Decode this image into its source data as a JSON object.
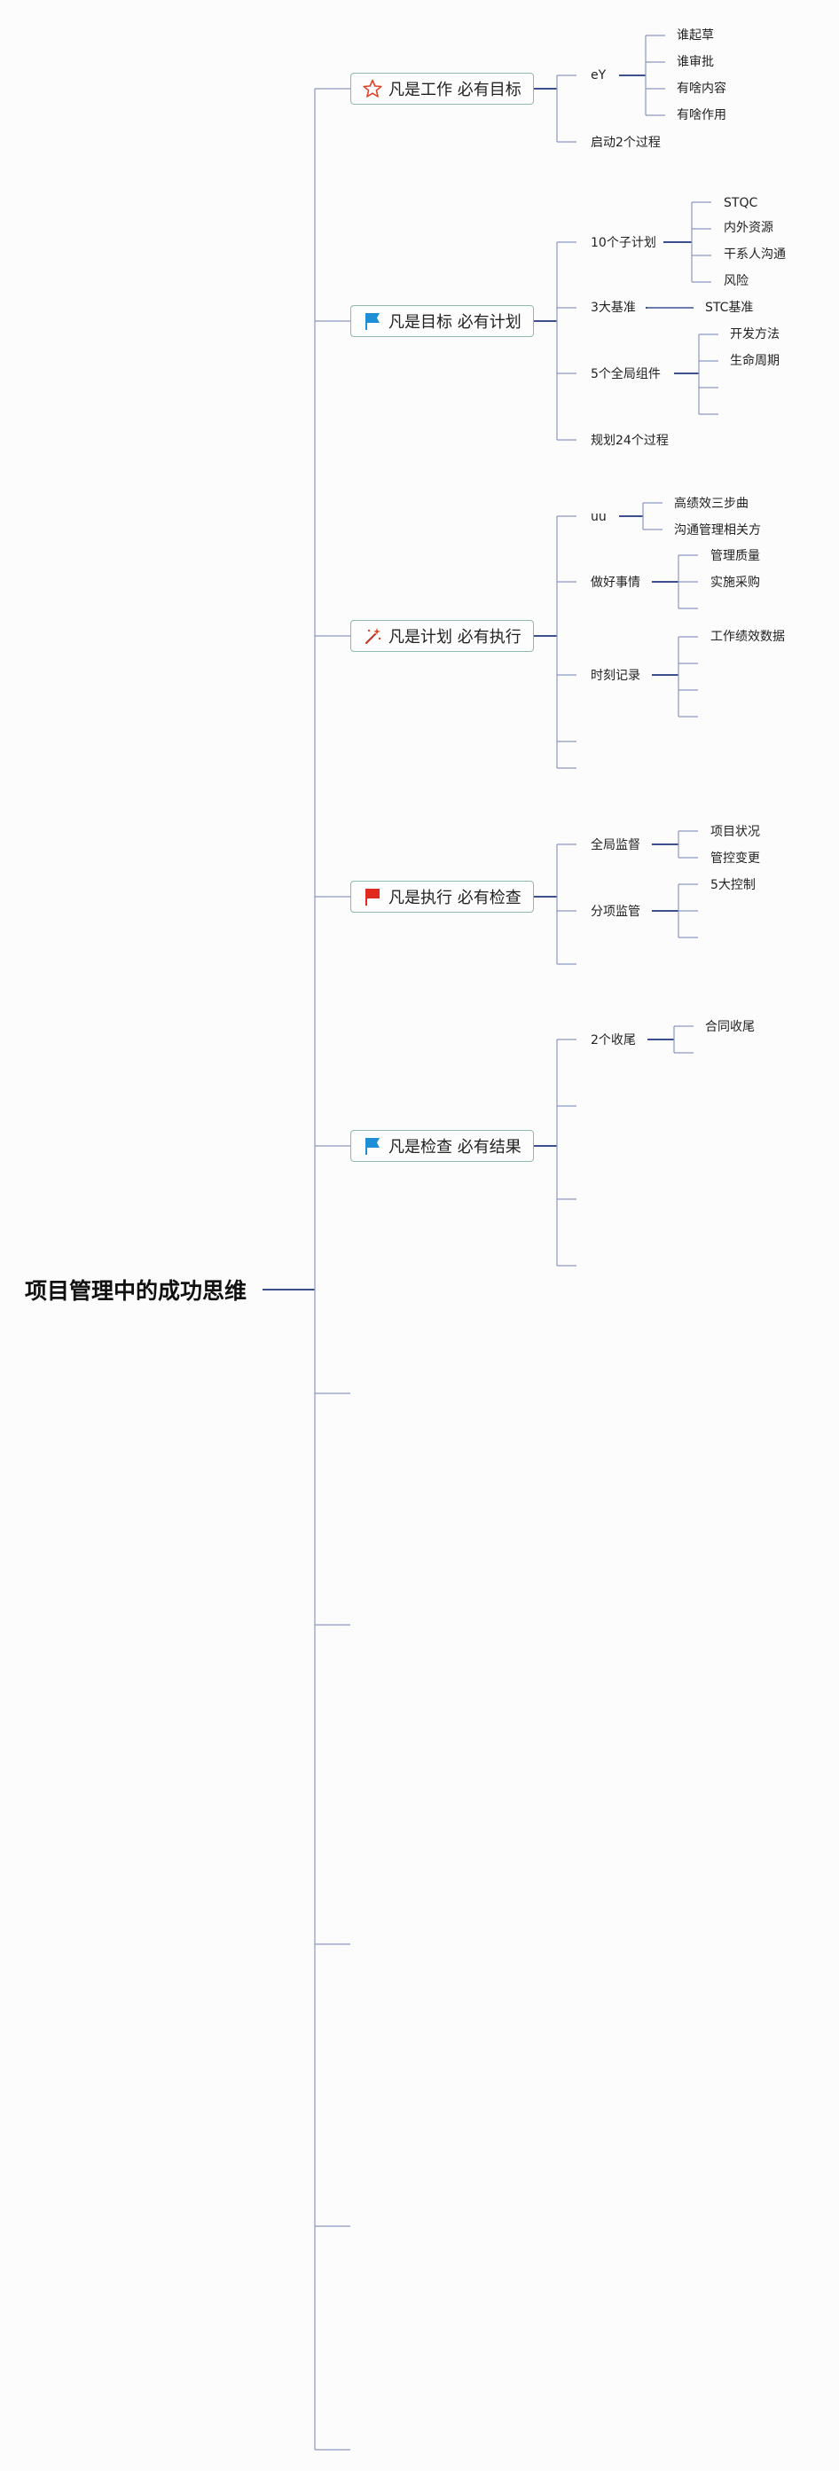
{
  "root": {
    "label": "项目管理中的成功思维"
  },
  "topics": [
    {
      "label": "凡是工作 必有目标",
      "icon": "star-icon",
      "children": [
        {
          "label": "eY",
          "children": [
            {
              "label": "谁起草"
            },
            {
              "label": "谁审批"
            },
            {
              "label": "有啥内容"
            },
            {
              "label": "有啥作用"
            }
          ]
        },
        {
          "label": "启动2个过程"
        }
      ]
    },
    {
      "label": "凡是目标 必有计划",
      "icon": "blue-flag-icon",
      "children": [
        {
          "label": "10个子计划",
          "children": [
            {
              "label": "STQC"
            },
            {
              "label": "内外资源"
            },
            {
              "label": "干系人沟通"
            },
            {
              "label": "风险"
            }
          ]
        },
        {
          "label": "3大基准",
          "children": [
            {
              "label": "STC基准"
            }
          ]
        },
        {
          "label": "5个全局组件",
          "children": [
            {
              "label": "开发方法"
            },
            {
              "label": "生命周期"
            },
            {
              "label": ""
            },
            {
              "label": ""
            }
          ]
        },
        {
          "label": "规划24个过程"
        }
      ]
    },
    {
      "label": "凡是计划 必有执行",
      "icon": "wand-icon",
      "children": [
        {
          "label": "uu",
          "children": [
            {
              "label": "高绩效三步曲"
            },
            {
              "label": "沟通管理相关方"
            }
          ]
        },
        {
          "label": "做好事情",
          "children": [
            {
              "label": "管理质量"
            },
            {
              "label": "实施采购"
            },
            {
              "label": ""
            }
          ]
        },
        {
          "label": "时刻记录",
          "children": [
            {
              "label": "工作绩效数据"
            },
            {
              "label": ""
            },
            {
              "label": ""
            },
            {
              "label": ""
            }
          ]
        },
        {
          "label": ""
        },
        {
          "label": ""
        }
      ]
    },
    {
      "label": "凡是执行 必有检查",
      "icon": "red-flag-icon",
      "children": [
        {
          "label": "全局监督",
          "children": [
            {
              "label": "项目状况"
            },
            {
              "label": "管控变更"
            }
          ]
        },
        {
          "label": "分项监管",
          "children": [
            {
              "label": "5大控制"
            },
            {
              "label": ""
            },
            {
              "label": ""
            }
          ]
        },
        {
          "label": ""
        }
      ]
    },
    {
      "label": "凡是检查 必有结果",
      "icon": "blue-flag-icon",
      "children": [
        {
          "label": "2个收尾",
          "children": [
            {
              "label": "合同收尾"
            },
            {
              "label": ""
            }
          ]
        },
        {
          "label": ""
        },
        {
          "label": ""
        },
        {
          "label": ""
        }
      ]
    },
    {
      "label": ""
    },
    {
      "label": ""
    },
    {
      "label": ""
    },
    {
      "label": ""
    },
    {
      "label": ""
    }
  ],
  "colors": {
    "line": "#3b4f8f",
    "thin_line": "#8a97c2",
    "topic_border": "#8fb8b0",
    "star": "#e0452b",
    "blue_flag": "#1e8fd6",
    "red_flag": "#e02a1f"
  }
}
